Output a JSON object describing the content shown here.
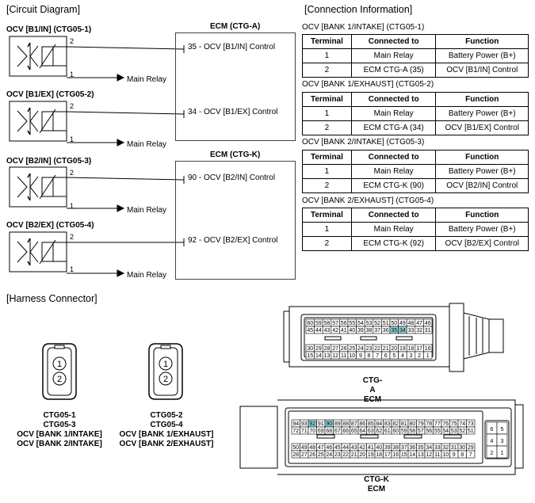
{
  "circuit": {
    "title": "[Circuit Diagram]",
    "ocvs": [
      {
        "label": "OCV [B1/IN] (CTG05-1)",
        "pin2": "2",
        "pin1": "1",
        "relay": "Main Relay",
        "ctrl": "35 - OCV [B1/IN] Control"
      },
      {
        "label": "OCV [B1/EX] (CTG05-2)",
        "pin2": "2",
        "pin1": "1",
        "relay": "Main Relay",
        "ctrl": "34 - OCV [B1/EX] Control"
      },
      {
        "label": "OCV [B2/IN] (CTG05-3)",
        "pin2": "2",
        "pin1": "1",
        "relay": "Main Relay",
        "ctrl": "90 - OCV [B2/IN] Control"
      },
      {
        "label": "OCV [B2/EX] (CTG05-4)",
        "pin2": "2",
        "pin1": "1",
        "relay": "Main Relay",
        "ctrl": "92 - OCV [B2/EX] Control"
      }
    ],
    "ecm_a": "ECM (CTG-A)",
    "ecm_k": "ECM (CTG-K)"
  },
  "connection": {
    "title": "[Connection Information]",
    "headers": [
      "Terminal",
      "Connected to",
      "Function"
    ],
    "tables": [
      {
        "title": "OCV [BANK 1/INTAKE] (CTG05-1)",
        "rows": [
          [
            "1",
            "Main Relay",
            "Battery Power (B+)"
          ],
          [
            "2",
            "ECM CTG-A (35)",
            "OCV [B1/IN] Control"
          ]
        ]
      },
      {
        "title": "OCV [BANK 1/EXHAUST] (CTG05-2)",
        "rows": [
          [
            "1",
            "Main Relay",
            "Battery Power (B+)"
          ],
          [
            "2",
            "ECM CTG-A (34)",
            "OCV [B1/EX] Control"
          ]
        ]
      },
      {
        "title": "OCV [BANK 2/INTAKE] (CTG05-3)",
        "rows": [
          [
            "1",
            "Main Relay",
            "Battery Power (B+)"
          ],
          [
            "2",
            "ECM CTG-K (90)",
            "OCV [B2/IN] Control"
          ]
        ]
      },
      {
        "title": "OCV [BANK 2/EXHAUST] (CTG05-4)",
        "rows": [
          [
            "1",
            "Main Relay",
            "Battery Power (B+)"
          ],
          [
            "2",
            "ECM CTG-K (92)",
            "OCV [B2/EX] Control"
          ]
        ]
      }
    ]
  },
  "harness": {
    "title": "[Harness Connector]",
    "conn1": {
      "pin_top": "1",
      "pin_bottom": "2",
      "caption": [
        "CTG05-1",
        "CTG05-3",
        "OCV [BANK 1/INTAKE]",
        "OCV [BANK 2/INTAKE]"
      ]
    },
    "conn2": {
      "pin_top": "1",
      "pin_bottom": "2",
      "caption": [
        "CTG05-2",
        "CTG05-4",
        "OCV [BANK 1/EXHAUST]",
        "OCV [BANK 2/EXHAUST]"
      ]
    },
    "ctga": {
      "caption": [
        "CTG-A",
        "ECM"
      ],
      "rows": [
        [
          "60",
          "59",
          "58",
          "57",
          "56",
          "55",
          "54",
          "53",
          "52",
          "51",
          "50",
          "49",
          "48",
          "47",
          "46"
        ],
        [
          "45",
          "44",
          "43",
          "42",
          "41",
          "40",
          "39",
          "38",
          "37",
          "36",
          "35",
          "34",
          "33",
          "32",
          "31"
        ],
        [
          "30",
          "29",
          "28",
          "27",
          "26",
          "25",
          "24",
          "23",
          "22",
          "21",
          "20",
          "19",
          "18",
          "17",
          "16"
        ],
        [
          "15",
          "14",
          "13",
          "12",
          "11",
          "10",
          "9",
          "8",
          "7",
          "6",
          "5",
          "4",
          "3",
          "2",
          "1"
        ]
      ],
      "highlight": [
        "35",
        "34"
      ]
    },
    "ctgk": {
      "caption": [
        "CTG-K",
        "ECM"
      ],
      "rows": [
        [
          "94",
          "93",
          "92",
          "91",
          "90",
          "89",
          "88",
          "87",
          "86",
          "85",
          "84",
          "83",
          "82",
          "81",
          "80",
          "79",
          "78",
          "77",
          "76",
          "75",
          "74",
          "73"
        ],
        [
          "72",
          "71",
          "70",
          "69",
          "68",
          "67",
          "66",
          "65",
          "64",
          "63",
          "62",
          "61",
          "60",
          "59",
          "58",
          "57",
          "56",
          "55",
          "54",
          "53",
          "52",
          "51"
        ],
        [
          "50",
          "49",
          "48",
          "47",
          "46",
          "45",
          "44",
          "43",
          "42",
          "41",
          "40",
          "39",
          "38",
          "37",
          "36",
          "35",
          "34",
          "33",
          "32",
          "31",
          "30",
          "29"
        ],
        [
          "28",
          "27",
          "26",
          "25",
          "24",
          "23",
          "22",
          "21",
          "20",
          "19",
          "18",
          "17",
          "16",
          "15",
          "14",
          "13",
          "12",
          "11",
          "10",
          "9",
          "8",
          "7"
        ]
      ],
      "side": [
        [
          "6",
          "5"
        ],
        [
          "4",
          "3"
        ],
        [
          "2",
          "1"
        ]
      ],
      "highlight": [
        "92",
        "90"
      ]
    },
    "highlight_color": "#8fd1d6"
  }
}
